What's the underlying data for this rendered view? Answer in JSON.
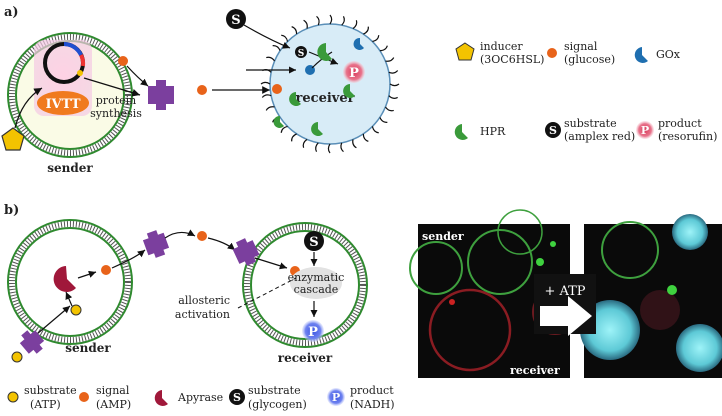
{
  "panels": {
    "a": {
      "label": "a)",
      "sender_label": "sender",
      "ivtt_label": "IVTT",
      "protein_synthesis_line1": "protein",
      "protein_synthesis_line2": "synthesis",
      "receiver_label": "receiver",
      "legend": [
        {
          "icon": "inducer-pentagon-icon",
          "line1": "inducer",
          "line2": "(3OC6HSL)"
        },
        {
          "icon": "signal-dot-icon",
          "line1": "signal",
          "line2": "(glucose)"
        },
        {
          "icon": "gox-enzyme-icon",
          "line1": "GOx",
          "line2": ""
        },
        {
          "icon": "hpr-enzyme-icon",
          "line1": "HPR",
          "line2": ""
        },
        {
          "icon": "substrate-s-icon",
          "line1": "substrate",
          "line2": "(amplex red)"
        },
        {
          "icon": "product-p-icon",
          "line1": "product",
          "line2": "(resorufin)"
        }
      ]
    },
    "b": {
      "label": "b)",
      "sender_label": "sender",
      "receiver_label": "receiver",
      "enzymatic_line1": "enzymatic",
      "enzymatic_line2": "cascade",
      "allosteric_line1": "allosteric",
      "allosteric_line2": "activation",
      "legend": [
        {
          "icon": "substrate-atp-icon",
          "line1": "substrate",
          "line2": "(ATP)"
        },
        {
          "icon": "signal-amp-icon",
          "line1": "signal",
          "line2": "(AMP)"
        },
        {
          "icon": "apyrase-icon",
          "line1": "Apyrase",
          "line2": ""
        },
        {
          "icon": "substrate-glycogen-icon",
          "line1": "substrate",
          "line2": "(glycogen)"
        },
        {
          "icon": "product-nadh-icon",
          "line1": "product",
          "line2": "(NADH)"
        }
      ],
      "micro": {
        "sender_label": "sender",
        "receiver_label": "receiver",
        "atp_label": "+ ATP"
      }
    }
  },
  "glyphs": {
    "S": "S",
    "P": "P"
  },
  "colors": {
    "membrane_green": "#2f8a2f",
    "signal_orange": "#e8631a",
    "inducer_yellow": "#f3c300",
    "protein_purple": "#7b3f9e",
    "receiver_fill": "#d8ecf7",
    "enzyme_green": "#3a9a3a",
    "enzyme_blue": "#1f6fb0",
    "product_red": "#d83a5a",
    "product_blue": "#3a55e0",
    "apyrase_red": "#a0183a",
    "ivtt_orange": "#f07a1e"
  }
}
